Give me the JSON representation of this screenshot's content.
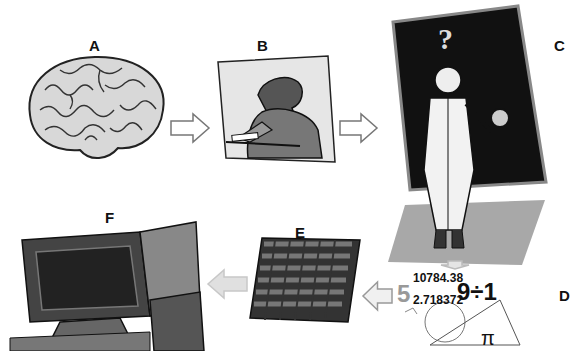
{
  "diagram": {
    "nodes": [
      {
        "text": [
          "A"
        ]
      },
      {
        "text": [
          "B"
        ]
      },
      {
        "text": [
          "C"
        ]
      },
      {
        "text": [
          "D",
          "10784.38",
          "5",
          "9÷1",
          "2.718372",
          "π"
        ]
      },
      {
        "text": [
          "E"
        ]
      },
      {
        "text": [
          "F"
        ]
      }
    ],
    "edges": [
      {
        "from": 0,
        "to": 1,
        "arrow": "to"
      },
      {
        "from": 1,
        "to": 2,
        "arrow": "to"
      },
      {
        "from": 2,
        "to": 3,
        "arrow": "to"
      },
      {
        "from": 3,
        "to": 4,
        "arrow": "to"
      },
      {
        "from": 4,
        "to": 5,
        "arrow": "to"
      }
    ],
    "labels": [
      "?"
    ]
  }
}
